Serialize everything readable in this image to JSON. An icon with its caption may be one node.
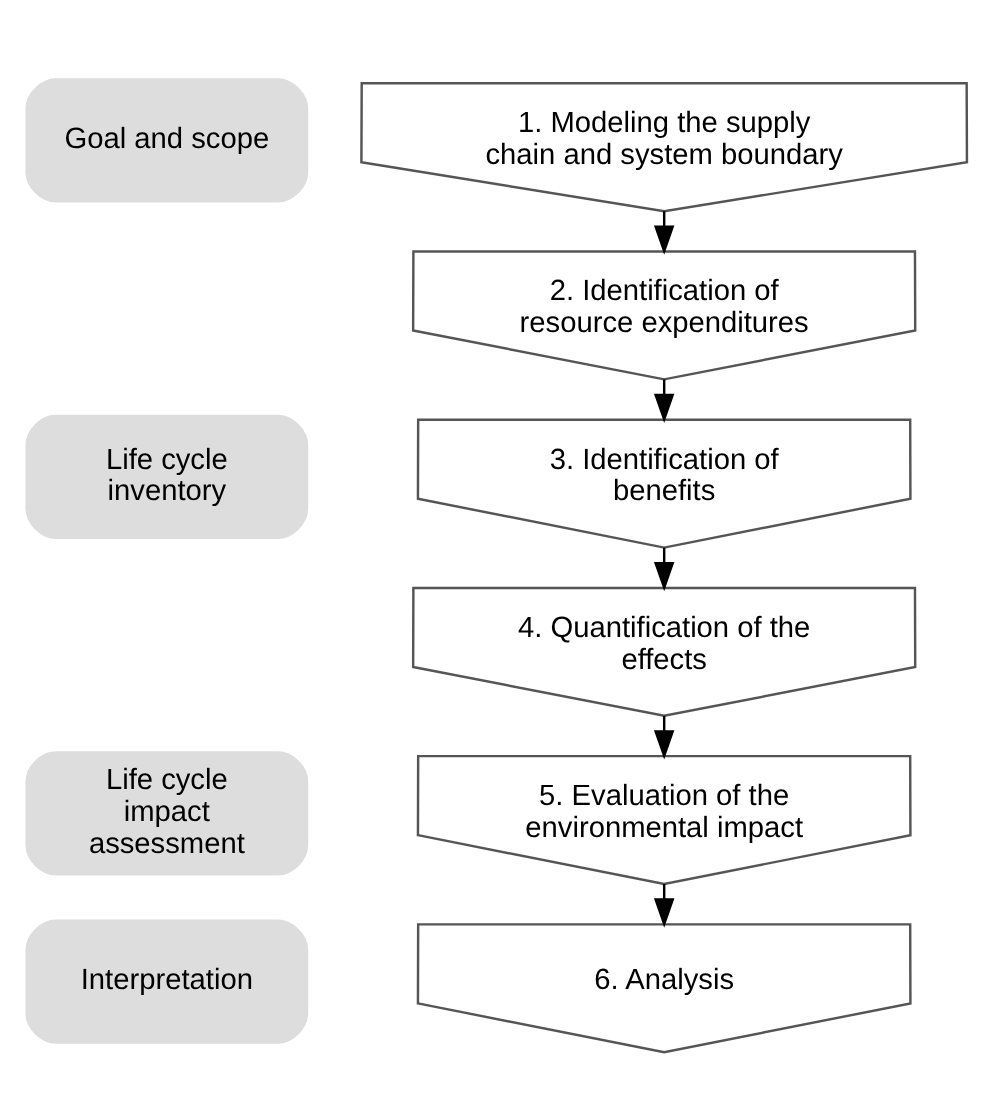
{
  "diagram": {
    "nodes": [
      {
        "text": [
          "Goal and scope"
        ]
      },
      {
        "text": [
          "1. Modeling the supply chain and system boundary"
        ]
      },
      {
        "text": [
          "Life cycle inventory"
        ]
      },
      {
        "text": [
          "2. Identification of resource expenditures"
        ]
      },
      {
        "text": [
          "3. Identification of benefits"
        ]
      },
      {
        "text": [
          "4. Quantification of the effects"
        ]
      },
      {
        "text": [
          "Life cycle impact assessment"
        ]
      },
      {
        "text": [
          "5. Evaluation of the environmental impact"
        ]
      },
      {
        "text": [
          "Interpretation"
        ]
      },
      {
        "text": [
          "6. Analysis"
        ]
      }
    ],
    "edges": [
      {
        "from": 1,
        "to": 3,
        "arrow": "to"
      },
      {
        "from": 3,
        "to": 4,
        "arrow": "to"
      },
      {
        "from": 4,
        "to": 5,
        "arrow": "to"
      },
      {
        "from": 5,
        "to": 7,
        "arrow": "to"
      },
      {
        "from": 7,
        "to": 9,
        "arrow": "to"
      }
    ]
  }
}
